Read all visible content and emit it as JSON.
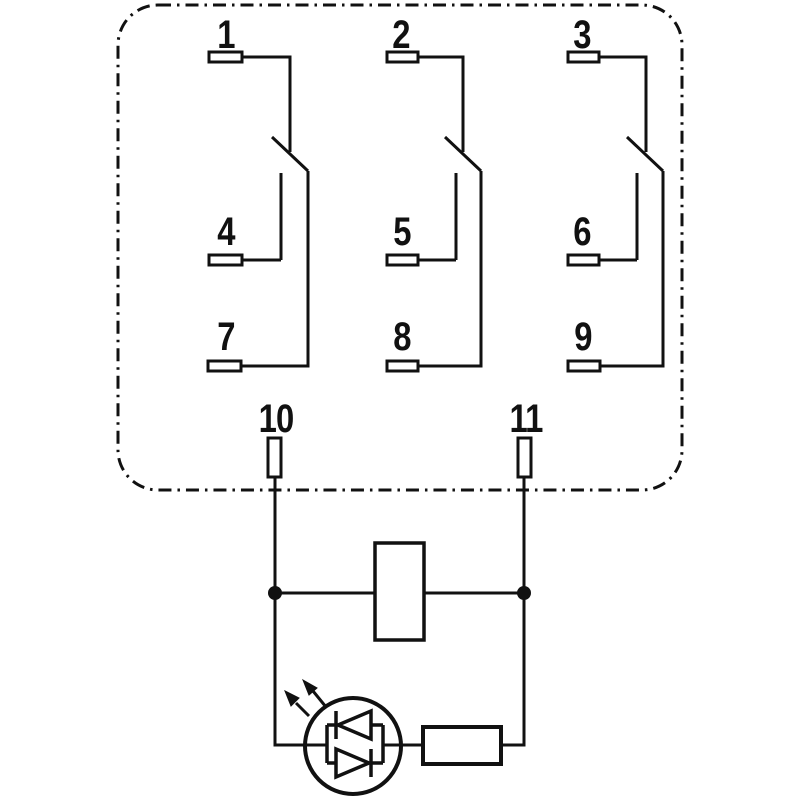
{
  "colors": {
    "ink": "#111111",
    "background": "#ffffff"
  },
  "terminals": {
    "t1": "1",
    "t2": "2",
    "t3": "3",
    "t4": "4",
    "t5": "5",
    "t6": "6",
    "t7": "7",
    "t8": "8",
    "t9": "9",
    "t10": "10",
    "t11": "11"
  },
  "components": {
    "enclosure": "dash-dot relay outline",
    "poles": "3 changeover contacts",
    "coil": "relay coil",
    "led": "LED indicator with anti-parallel diodes",
    "resistor": "series resistor"
  }
}
